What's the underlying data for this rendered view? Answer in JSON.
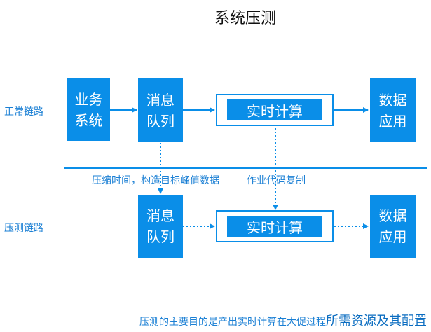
{
  "title": "系统压测",
  "rows": {
    "normal_label": "正常链路",
    "stress_label": "压测链路"
  },
  "nodes": {
    "business_system": [
      "业务",
      "系统"
    ],
    "message_queue": [
      "消息",
      "队列"
    ],
    "realtime_compute": "实时计算",
    "data_application": [
      "数据",
      "应用"
    ]
  },
  "annotations": {
    "compress_time": "压缩时间，构造目标峰值数据",
    "copy_code": "作业代码复制"
  },
  "footer": {
    "part1": "压测的主要目的是产出实时计算在大促过程",
    "part2": "所需资源及其配置"
  },
  "colors": {
    "box": "#0a8ee8",
    "text_accent": "#1a7fd4"
  }
}
